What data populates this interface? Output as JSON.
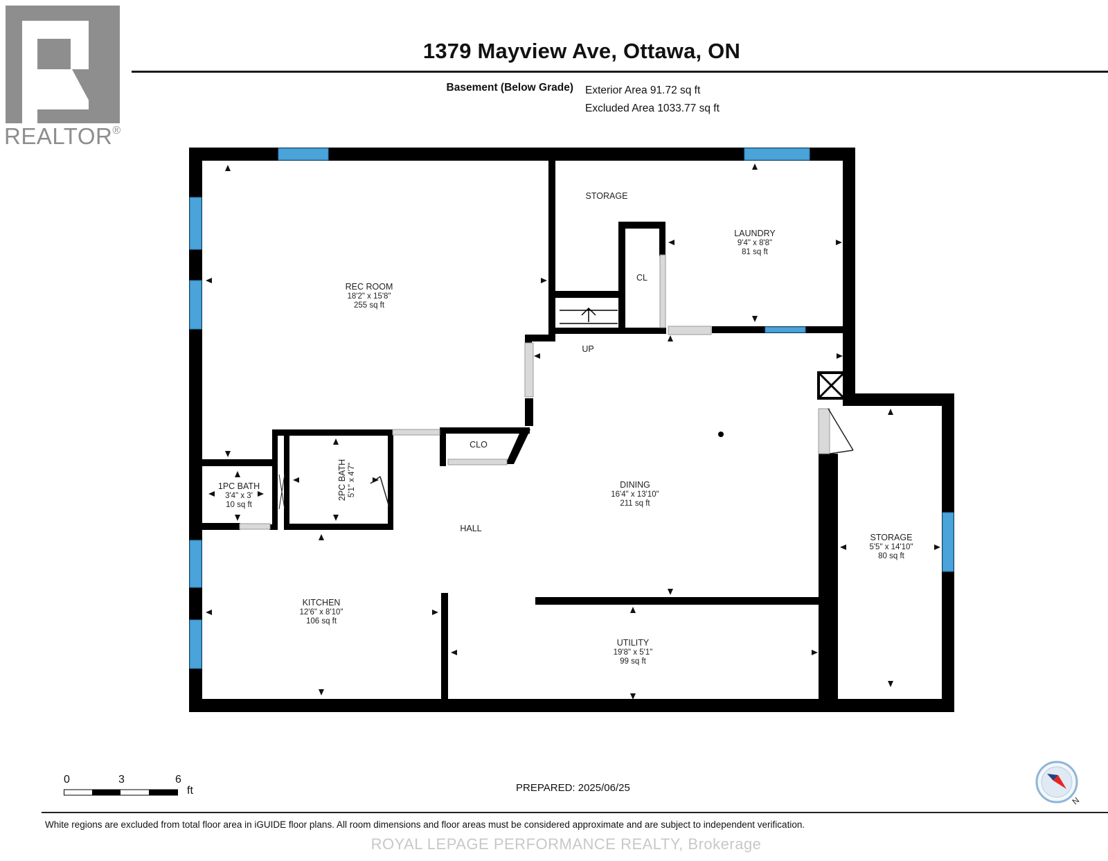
{
  "header": {
    "title": "1379 Mayview Ave, Ottawa, ON",
    "level": "Basement (Below Grade)",
    "exterior_area": "Exterior Area 91.72 sq ft",
    "excluded_area": "Excluded Area 1033.77 sq ft"
  },
  "logo": {
    "text": "REALTOR",
    "registered": "®"
  },
  "rooms": {
    "rec_room": {
      "name": "REC ROOM",
      "dims": "18'2\" x 15'8\"",
      "area": "255 sq ft"
    },
    "storage_top": {
      "name": "STORAGE"
    },
    "laundry": {
      "name": "LAUNDRY",
      "dims": "9'4\" x 8'8\"",
      "area": "81 sq ft"
    },
    "closet": {
      "name": "CL"
    },
    "stairs": {
      "name": "UP"
    },
    "clo": {
      "name": "CLO"
    },
    "bath_1pc": {
      "name": "1PC BATH",
      "dims": "3'4\" x 3'",
      "area": "10 sq ft"
    },
    "bath_2pc": {
      "name": "2PC BATH",
      "dims": "5'1\" x 4'7\""
    },
    "dining": {
      "name": "DINING",
      "dims": "16'4\" x 13'10\"",
      "area": "211 sq ft"
    },
    "hall": {
      "name": "HALL"
    },
    "storage_right": {
      "name": "STORAGE",
      "dims": "5'5\" x 14'10\"",
      "area": "80 sq ft"
    },
    "kitchen": {
      "name": "KITCHEN",
      "dims": "12'6\" x 8'10\"",
      "area": "106 sq ft"
    },
    "utility": {
      "name": "UTILITY",
      "dims": "19'8\" x 5'1\"",
      "area": "99 sq ft"
    }
  },
  "scale": {
    "ticks": [
      "0",
      "3",
      "6"
    ],
    "unit": "ft"
  },
  "prepared": "PREPARED: 2025/06/25",
  "compass": {
    "direction": "N"
  },
  "footer": {
    "disclaimer": "White regions are excluded from total floor area in iGUIDE floor plans. All room dimensions and floor areas must be considered approximate and are subject to independent verification.",
    "brokerage": "ROYAL LEPAGE PERFORMANCE REALTY, Brokerage"
  },
  "colors": {
    "wall": "#000000",
    "window": "#4aa3d9",
    "door": "#d9d9d9",
    "logo": "#8e8e8e",
    "compass_arrow": "#e8231f"
  },
  "icons": [
    "realtor-logo-icon",
    "compass-icon",
    "stair-arrow-icon",
    "dimension-arrow-icon"
  ]
}
